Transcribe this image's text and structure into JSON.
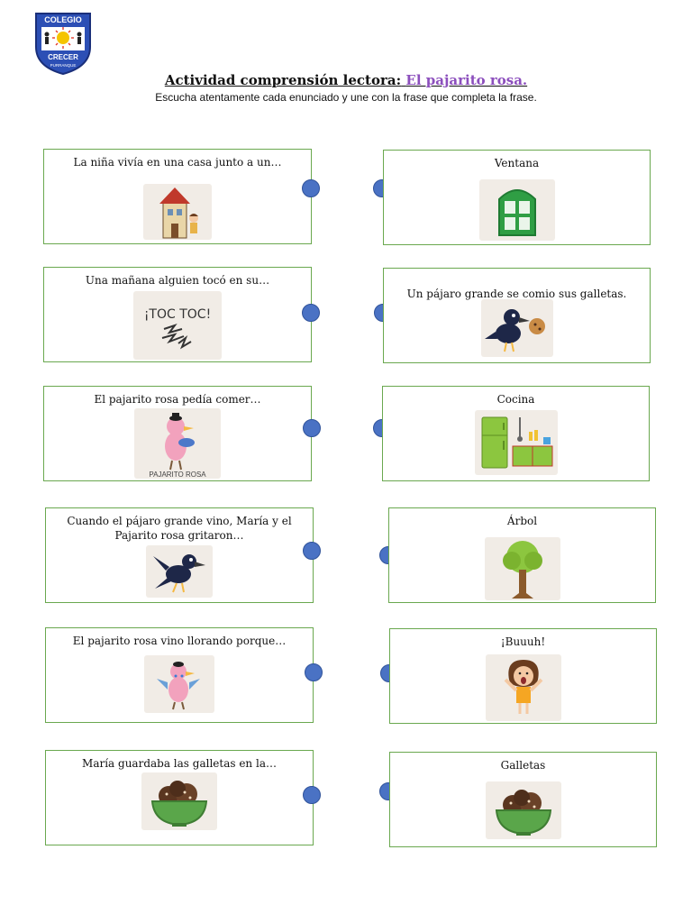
{
  "header": {
    "logo_text_top": "COLEGIO",
    "logo_text_bottom": "CRECER",
    "logo_text_place": "PURRANQUE",
    "title_prefix": "Actividad comprensión lectora:",
    "title_story": "El pajarito rosa.",
    "instructions": "Escucha atentamente cada enunciado y une con la frase que completa la frase."
  },
  "colors": {
    "card_border": "#6aa84f",
    "dot": "#4a72c4",
    "title_accent": "#8c4fbd"
  },
  "left_items": [
    {
      "text": "La niña vivía en una casa junto a un…",
      "icon": "house-icon"
    },
    {
      "text": "Una mañana alguien tocó en su…",
      "icon": "toc-toc-icon",
      "pic_text": "¡TOC TOC!"
    },
    {
      "text": "El pajarito rosa pedía comer…",
      "icon": "pink-bird-icon",
      "pic_text": "PAJARITO ROSA"
    },
    {
      "text": "Cuando el pájaro grande vino, María y el Pajarito rosa gritaron…",
      "icon": "crow-icon"
    },
    {
      "text": "El pajarito rosa vino llorando porque…",
      "icon": "crying-pink-bird-icon"
    },
    {
      "text": "María guardaba las galletas en la…",
      "icon": "cookie-bowl-icon"
    }
  ],
  "right_items": [
    {
      "text": "Ventana",
      "icon": "window-icon"
    },
    {
      "text": "Un pájaro grande se comio sus galletas.",
      "icon": "crow-with-cookie-icon"
    },
    {
      "text": "Cocina",
      "icon": "kitchen-icon"
    },
    {
      "text": "Árbol",
      "icon": "tree-icon"
    },
    {
      "text": "¡Buuuh!",
      "icon": "girl-shouting-icon"
    },
    {
      "text": "Galletas",
      "icon": "cookie-bowl-icon"
    }
  ]
}
